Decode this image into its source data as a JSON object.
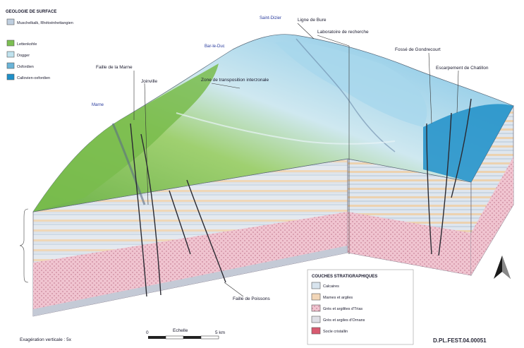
{
  "surface_legend": {
    "title": "GEOLOGIE DE SURFACE",
    "items": [
      {
        "label": "Muschelkalk, Rhétoénhettangien",
        "color": "#bfcfe0"
      },
      {
        "label": "Lettenkohle",
        "color": "#7cbf52"
      },
      {
        "label": "Dogger",
        "color": "#bfe2ee"
      },
      {
        "label": "Oxfordien",
        "color": "#6ab4d8"
      },
      {
        "label": "Callovien-oxfordien",
        "color": "#1e8fc8"
      }
    ]
  },
  "subsurface_legend": {
    "title": "COUCHES STRATIGRAPHIQUES",
    "items": [
      {
        "label": "Calcaires",
        "color": "#d8e4ee"
      },
      {
        "label": "Marnes et argiles",
        "color": "#f2d6b8"
      },
      {
        "label": "Grès et argilites d'Trias",
        "color": "#f0c4d0"
      },
      {
        "label": "Grès et argiles d'Ornans",
        "color": "#dfdfe6"
      },
      {
        "label": "Socle cristallin",
        "color": "#d85a70"
      }
    ]
  },
  "annotations": {
    "ligne_bure": "Ligne de Bure",
    "laboratoire": "Laboratoire de recherche",
    "faille_marne": "Faille de la Marne",
    "joinville": "Joinville",
    "zone_transposition": "Zone de transposition interzonale",
    "fosse_gondrecourt": "Fossé de Gondrecourt",
    "escarpement": "Escarpement de Chatillon",
    "faille_poissons": "Faille de Poissons",
    "ville_saint_dizier": "Saint-Dizier",
    "ville_bar": "Bar-le-Duc",
    "ville_marne": "Marne"
  },
  "footer": {
    "exaggeration": "Exagération verticale : 5x",
    "scale_word": "Echelle",
    "scale_zero": "0",
    "scale_end": "5 km",
    "reference": "D.PL.FEST.04.00051"
  },
  "colors": {
    "green": "#7cbf52",
    "light_blue": "#bfe2ee",
    "mid_blue": "#6ab4d8",
    "dark_blue": "#1e8fc8",
    "pink": "#f0c4d0",
    "strata_pale": "#e4e9ef",
    "strata_tan": "#efd7b8"
  }
}
